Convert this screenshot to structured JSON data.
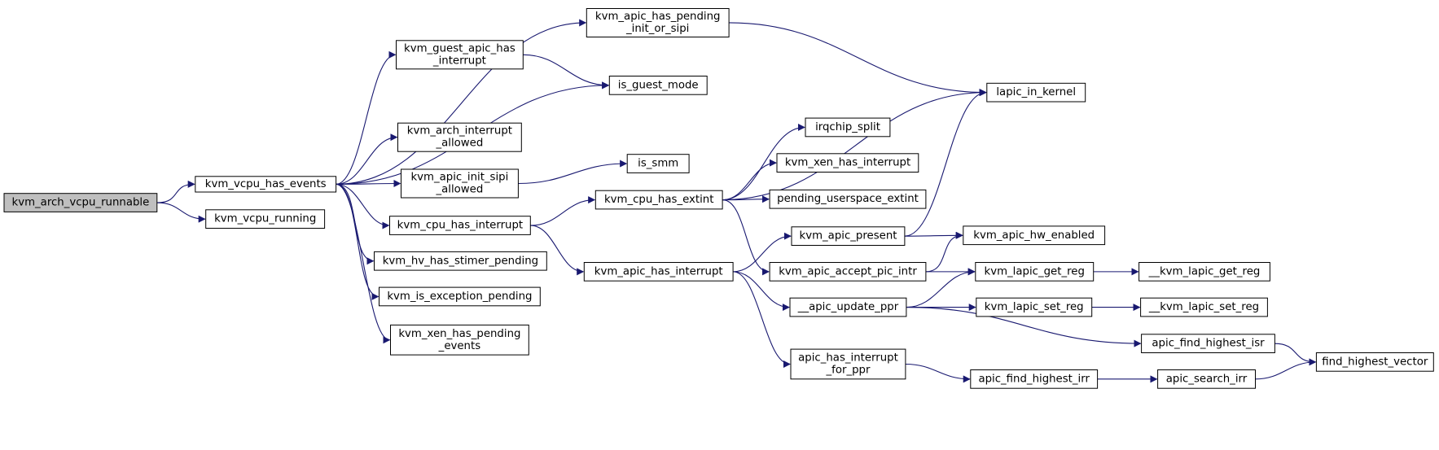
{
  "colors": {
    "edge": "#191970",
    "root_fill": "#bfbfbf",
    "node_fill": "#ffffff",
    "border": "#000000"
  },
  "nodes": [
    {
      "id": "kvm_arch_vcpu_runnable",
      "lines": [
        "kvm_arch_vcpu_runnable"
      ],
      "root": true
    },
    {
      "id": "kvm_vcpu_has_events",
      "lines": [
        "kvm_vcpu_has_events"
      ]
    },
    {
      "id": "kvm_vcpu_running",
      "lines": [
        "kvm_vcpu_running"
      ]
    },
    {
      "id": "kvm_apic_has_pending_init_or_sipi",
      "lines": [
        "kvm_apic_has_pending",
        "_init_or_sipi"
      ]
    },
    {
      "id": "kvm_guest_apic_has_interrupt",
      "lines": [
        "kvm_guest_apic_has",
        "_interrupt"
      ]
    },
    {
      "id": "is_guest_mode",
      "lines": [
        "is_guest_mode"
      ]
    },
    {
      "id": "kvm_arch_interrupt_allowed",
      "lines": [
        "kvm_arch_interrupt",
        "_allowed"
      ]
    },
    {
      "id": "kvm_apic_init_sipi_allowed",
      "lines": [
        "kvm_apic_init_sipi",
        "_allowed"
      ]
    },
    {
      "id": "is_smm",
      "lines": [
        "is_smm"
      ]
    },
    {
      "id": "kvm_cpu_has_interrupt",
      "lines": [
        "kvm_cpu_has_interrupt"
      ]
    },
    {
      "id": "kvm_hv_has_stimer_pending",
      "lines": [
        "kvm_hv_has_stimer_pending"
      ]
    },
    {
      "id": "kvm_is_exception_pending",
      "lines": [
        "kvm_is_exception_pending"
      ]
    },
    {
      "id": "kvm_xen_has_pending_events",
      "lines": [
        "kvm_xen_has_pending",
        "_events"
      ]
    },
    {
      "id": "kvm_cpu_has_extint",
      "lines": [
        "kvm_cpu_has_extint"
      ]
    },
    {
      "id": "kvm_apic_has_interrupt",
      "lines": [
        "kvm_apic_has_interrupt"
      ]
    },
    {
      "id": "lapic_in_kernel",
      "lines": [
        "lapic_in_kernel"
      ]
    },
    {
      "id": "irqchip_split",
      "lines": [
        "irqchip_split"
      ]
    },
    {
      "id": "kvm_xen_has_interrupt",
      "lines": [
        "kvm_xen_has_interrupt"
      ]
    },
    {
      "id": "pending_userspace_extint",
      "lines": [
        "pending_userspace_extint"
      ]
    },
    {
      "id": "kvm_apic_present",
      "lines": [
        "kvm_apic_present"
      ]
    },
    {
      "id": "kvm_apic_accept_pic_intr",
      "lines": [
        "kvm_apic_accept_pic_intr"
      ]
    },
    {
      "id": "__apic_update_ppr",
      "lines": [
        "__apic_update_ppr"
      ]
    },
    {
      "id": "apic_has_interrupt_for_ppr",
      "lines": [
        "apic_has_interrupt",
        "_for_ppr"
      ]
    },
    {
      "id": "kvm_apic_hw_enabled",
      "lines": [
        "kvm_apic_hw_enabled"
      ]
    },
    {
      "id": "kvm_lapic_get_reg",
      "lines": [
        "kvm_lapic_get_reg"
      ]
    },
    {
      "id": "kvm_lapic_set_reg",
      "lines": [
        "kvm_lapic_set_reg"
      ]
    },
    {
      "id": "apic_find_highest_isr",
      "lines": [
        "apic_find_highest_isr"
      ]
    },
    {
      "id": "apic_find_highest_irr",
      "lines": [
        "apic_find_highest_irr"
      ]
    },
    {
      "id": "__kvm_lapic_get_reg",
      "lines": [
        "__kvm_lapic_get_reg"
      ]
    },
    {
      "id": "__kvm_lapic_set_reg",
      "lines": [
        "__kvm_lapic_set_reg"
      ]
    },
    {
      "id": "apic_search_irr",
      "lines": [
        "apic_search_irr"
      ]
    },
    {
      "id": "find_highest_vector",
      "lines": [
        "find_highest_vector"
      ]
    }
  ],
  "edges": [
    [
      "kvm_arch_vcpu_runnable",
      "kvm_vcpu_has_events"
    ],
    [
      "kvm_arch_vcpu_runnable",
      "kvm_vcpu_running"
    ],
    [
      "kvm_vcpu_has_events",
      "kvm_apic_has_pending_init_or_sipi"
    ],
    [
      "kvm_vcpu_has_events",
      "kvm_guest_apic_has_interrupt"
    ],
    [
      "kvm_vcpu_has_events",
      "is_guest_mode"
    ],
    [
      "kvm_vcpu_has_events",
      "kvm_arch_interrupt_allowed"
    ],
    [
      "kvm_vcpu_has_events",
      "kvm_apic_init_sipi_allowed"
    ],
    [
      "kvm_vcpu_has_events",
      "kvm_cpu_has_interrupt"
    ],
    [
      "kvm_vcpu_has_events",
      "kvm_hv_has_stimer_pending"
    ],
    [
      "kvm_vcpu_has_events",
      "kvm_is_exception_pending"
    ],
    [
      "kvm_vcpu_has_events",
      "kvm_xen_has_pending_events"
    ],
    [
      "kvm_apic_has_pending_init_or_sipi",
      "lapic_in_kernel"
    ],
    [
      "kvm_guest_apic_has_interrupt",
      "is_guest_mode"
    ],
    [
      "kvm_apic_init_sipi_allowed",
      "is_smm"
    ],
    [
      "kvm_cpu_has_interrupt",
      "kvm_cpu_has_extint"
    ],
    [
      "kvm_cpu_has_interrupt",
      "kvm_apic_has_interrupt"
    ],
    [
      "kvm_cpu_has_extint",
      "lapic_in_kernel"
    ],
    [
      "kvm_cpu_has_extint",
      "irqchip_split"
    ],
    [
      "kvm_cpu_has_extint",
      "kvm_xen_has_interrupt"
    ],
    [
      "kvm_cpu_has_extint",
      "pending_userspace_extint"
    ],
    [
      "kvm_cpu_has_extint",
      "kvm_apic_accept_pic_intr"
    ],
    [
      "kvm_apic_has_interrupt",
      "kvm_apic_present"
    ],
    [
      "kvm_apic_has_interrupt",
      "__apic_update_ppr"
    ],
    [
      "kvm_apic_has_interrupt",
      "apic_has_interrupt_for_ppr"
    ],
    [
      "kvm_apic_present",
      "lapic_in_kernel"
    ],
    [
      "kvm_apic_present",
      "kvm_apic_hw_enabled"
    ],
    [
      "kvm_apic_accept_pic_intr",
      "kvm_apic_hw_enabled"
    ],
    [
      "kvm_apic_accept_pic_intr",
      "kvm_lapic_get_reg"
    ],
    [
      "__apic_update_ppr",
      "kvm_lapic_get_reg"
    ],
    [
      "__apic_update_ppr",
      "kvm_lapic_set_reg"
    ],
    [
      "__apic_update_ppr",
      "apic_find_highest_isr"
    ],
    [
      "apic_has_interrupt_for_ppr",
      "apic_find_highest_irr"
    ],
    [
      "kvm_lapic_get_reg",
      "__kvm_lapic_get_reg"
    ],
    [
      "kvm_lapic_set_reg",
      "__kvm_lapic_set_reg"
    ],
    [
      "apic_find_highest_isr",
      "find_highest_vector"
    ],
    [
      "apic_find_highest_irr",
      "apic_search_irr"
    ],
    [
      "apic_search_irr",
      "find_highest_vector"
    ]
  ]
}
